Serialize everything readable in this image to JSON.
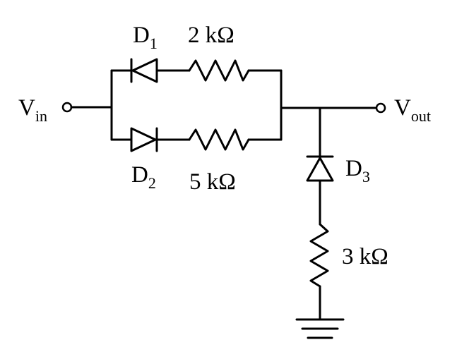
{
  "labels": {
    "vin": {
      "main": "V",
      "sub": "in"
    },
    "vout": {
      "main": "V",
      "sub": "out"
    },
    "d1": {
      "main": "D",
      "sub": "1"
    },
    "d2": {
      "main": "D",
      "sub": "2"
    },
    "d3": {
      "main": "D",
      "sub": "3"
    },
    "r1": "2 kΩ",
    "r2": "5 kΩ",
    "r3": "3 kΩ"
  },
  "colors": {
    "ink": "#000000",
    "background": "#ffffff"
  }
}
